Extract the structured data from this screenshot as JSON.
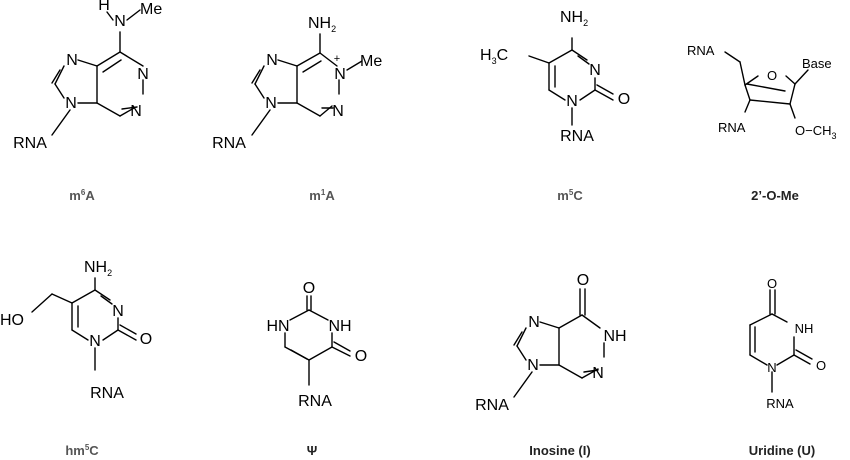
{
  "atoms": {
    "N": "N",
    "NH": "NH",
    "HN": "HN",
    "O": "O",
    "H": "H",
    "Me": "Me",
    "H2": "H",
    "plus": "+",
    "HO": "HO",
    "RNA": "RNA",
    "Base": "Base",
    "OCH": "O−CH",
    "C": "C",
    "two": "2",
    "three": "3",
    "H3": "H"
  },
  "labels": {
    "m6A": {
      "base": "m",
      "sup": "6",
      "rest": "A"
    },
    "m1A": {
      "base": "m",
      "sup": "1",
      "rest": "A"
    },
    "m5C": {
      "base": "m",
      "sup": "5",
      "rest": "C"
    },
    "ome": {
      "text": "2’-O-Me"
    },
    "hm5C": {
      "base": "hm",
      "sup": "5",
      "rest": "C"
    },
    "psi": {
      "text": "Ψ"
    },
    "inosine": {
      "text": "Inosine (I)"
    },
    "uridine": {
      "text": "Uridine (U)"
    }
  }
}
